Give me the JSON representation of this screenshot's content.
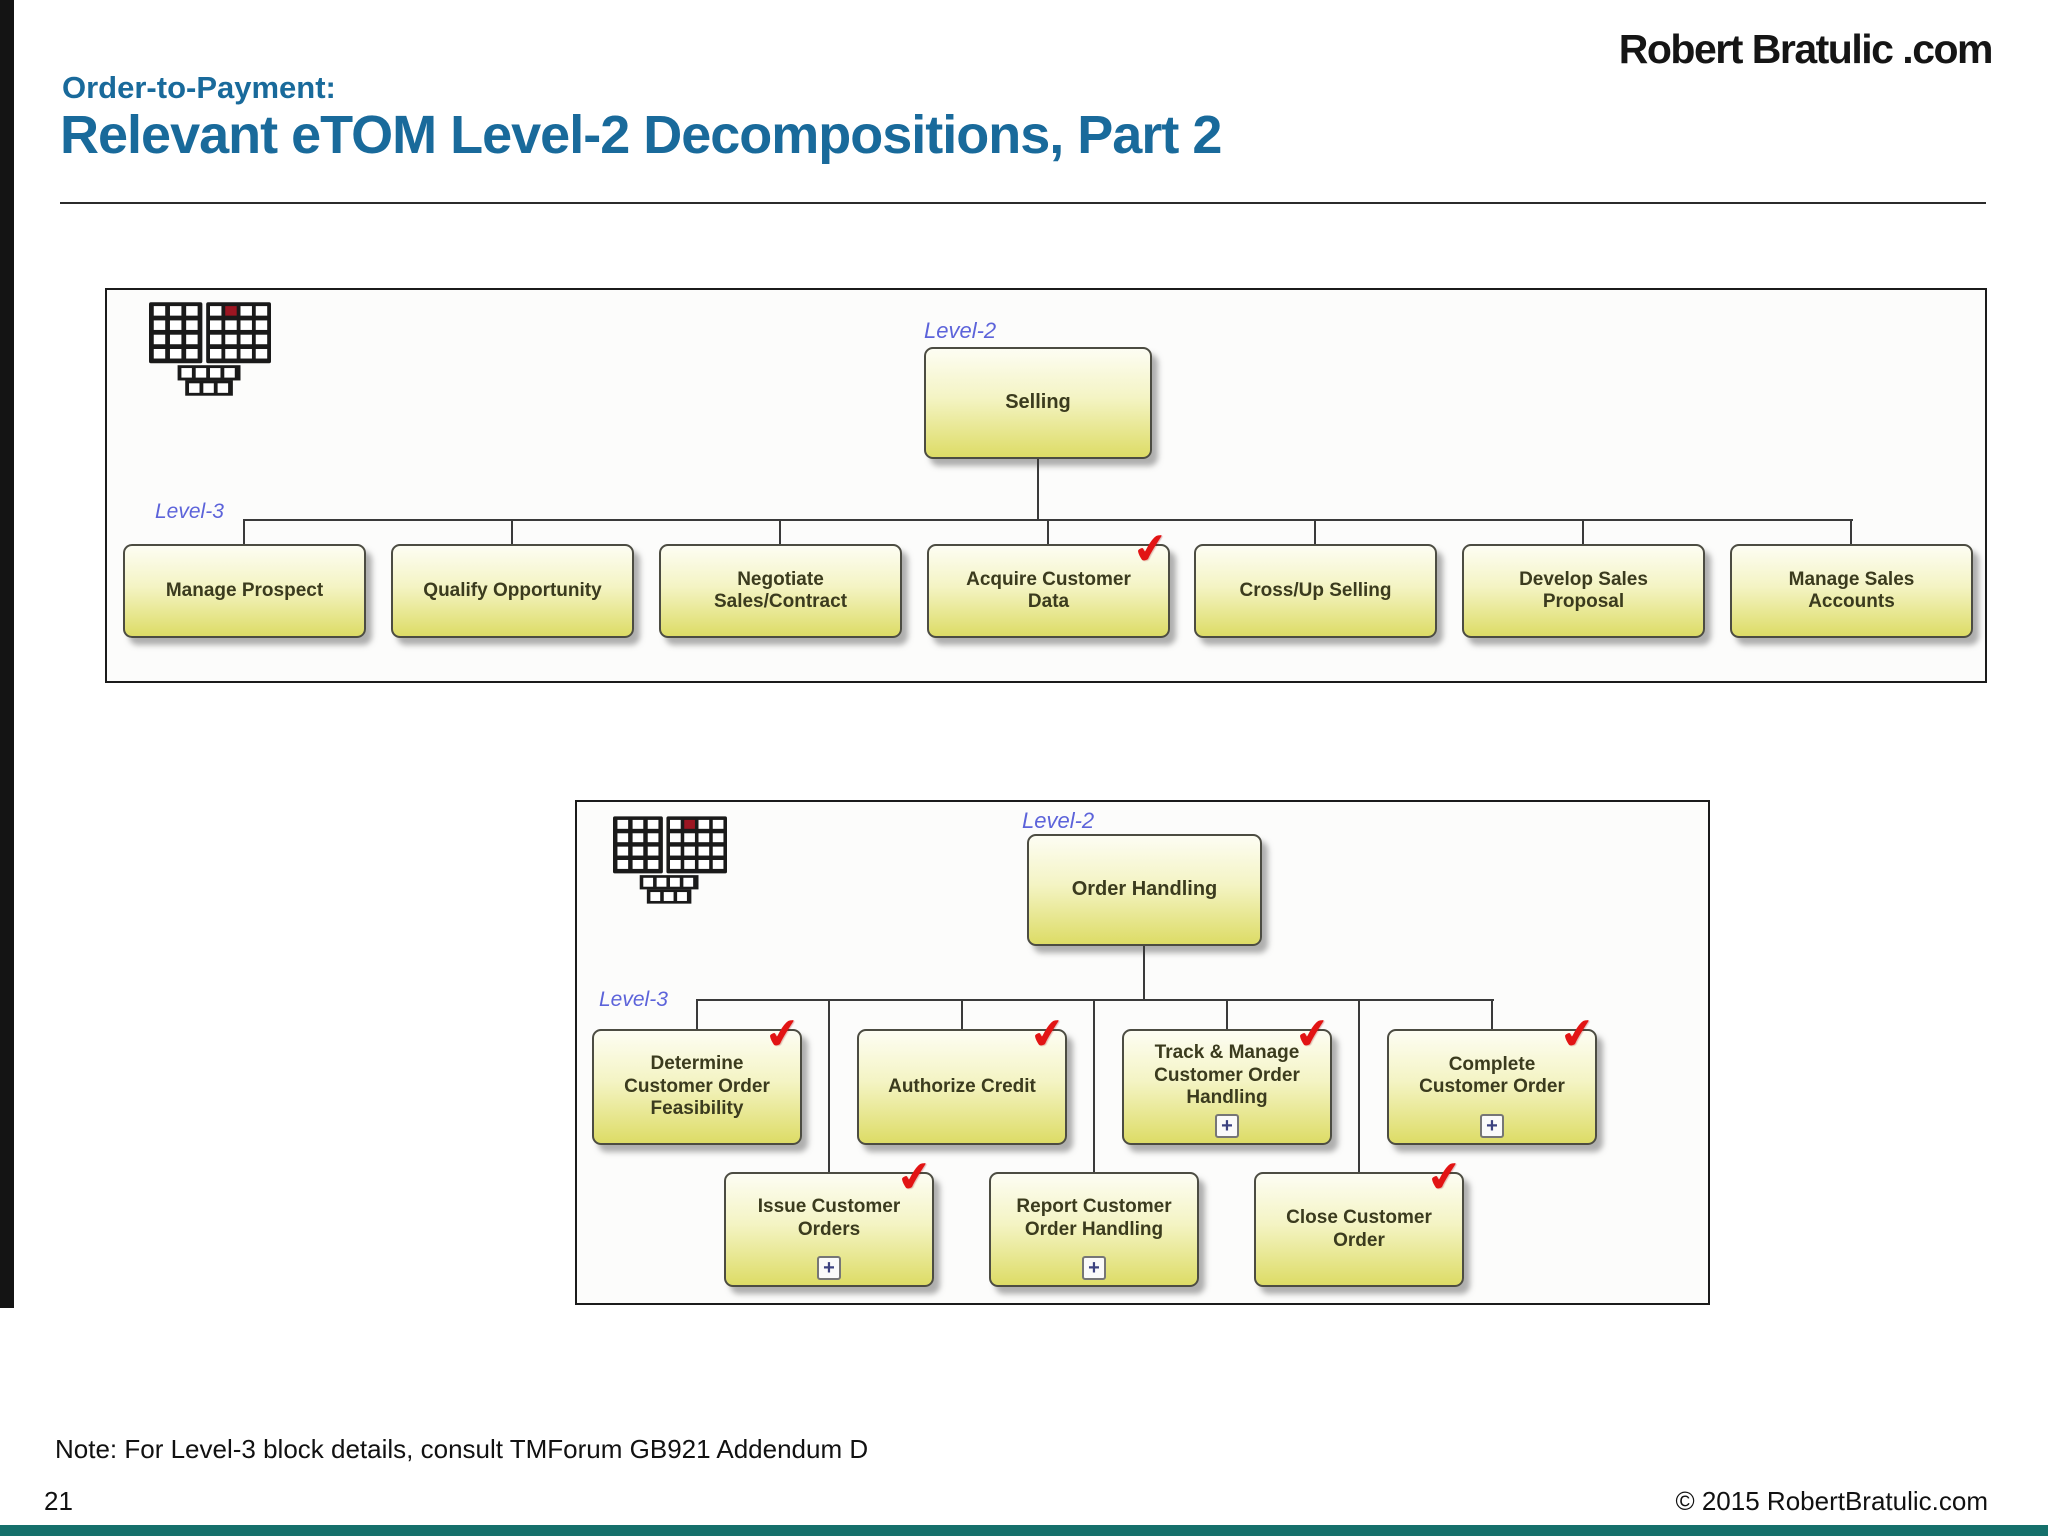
{
  "header": {
    "kicker": "Order-to-Payment:",
    "title": "Relevant eTOM Level-2 Decompositions, Part 2",
    "logo": "Robert Bratulic .com"
  },
  "icons": {
    "checkmark": "✔",
    "expand_plus": "+"
  },
  "colors": {
    "title_blue": "#196a9b",
    "level_label_blue": "#5c63da",
    "checkmark_red": "#e21414",
    "box_fill_top": "#fdfdf3",
    "box_fill_bottom": "#dddc66",
    "footer_bar_teal": "#15706b"
  },
  "diagrams": [
    {
      "level2_label": "Level-2",
      "level3_label": "Level-3",
      "parent": "Selling",
      "children": [
        {
          "label": "Manage Prospect",
          "checked": false,
          "expandable": false
        },
        {
          "label": "Qualify Opportunity",
          "checked": false,
          "expandable": false
        },
        {
          "label": "Negotiate Sales/Contract",
          "checked": false,
          "expandable": false
        },
        {
          "label": "Acquire Customer Data",
          "checked": true,
          "expandable": false
        },
        {
          "label": "Cross/Up Selling",
          "checked": false,
          "expandable": false
        },
        {
          "label": "Develop Sales Proposal",
          "checked": false,
          "expandable": false
        },
        {
          "label": "Manage Sales Accounts",
          "checked": false,
          "expandable": false
        }
      ]
    },
    {
      "level2_label": "Level-2",
      "level3_label": "Level-3",
      "parent": "Order Handling",
      "row1": [
        {
          "label": "Determine Customer Order Feasibility",
          "checked": true,
          "expandable": false
        },
        {
          "label": "Authorize Credit",
          "checked": true,
          "expandable": false
        },
        {
          "label": "Track & Manage Customer Order Handling",
          "checked": true,
          "expandable": true
        },
        {
          "label": "Complete Customer Order",
          "checked": true,
          "expandable": true
        }
      ],
      "row2": [
        {
          "label": "Issue Customer Orders",
          "checked": true,
          "expandable": true
        },
        {
          "label": "Report Customer Order Handling",
          "checked": false,
          "expandable": true
        },
        {
          "label": "Close Customer Order",
          "checked": true,
          "expandable": false
        }
      ]
    }
  ],
  "footer": {
    "note": "Note: For Level-3 block details, consult TMForum GB921 Addendum D",
    "page_number": "21",
    "copyright": "© 2015 RobertBratulic.com"
  }
}
